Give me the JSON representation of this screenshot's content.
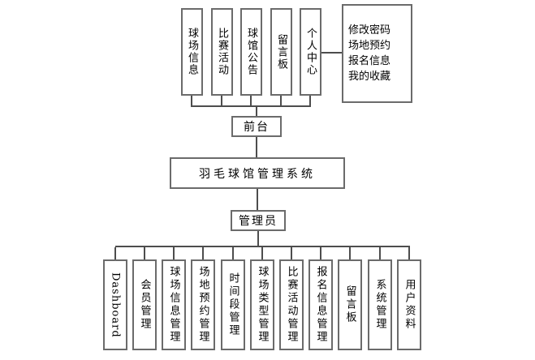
{
  "diagram": {
    "title": "羽毛球馆管理系统",
    "front": {
      "label": "前台",
      "children": [
        "球场信息",
        "比赛活动",
        "球馆公告",
        "留言板",
        "个人中心"
      ],
      "personal_center_details": [
        "修改密码",
        "场地预约",
        "报名信息",
        "我的收藏"
      ]
    },
    "admin": {
      "label": "管理员",
      "children": [
        "Dashboard",
        "会员管理",
        "球场信息管理",
        "场地预约管理",
        "时间段管理",
        "球场类型管理",
        "比赛活动管理",
        "报名信息管理",
        "留言板",
        "系统管理",
        "用户资料"
      ]
    }
  },
  "colors": {
    "background": "#ffffff",
    "box_border": "#6b6b6b",
    "connector": "#4d4d4d",
    "text": "#000000"
  }
}
